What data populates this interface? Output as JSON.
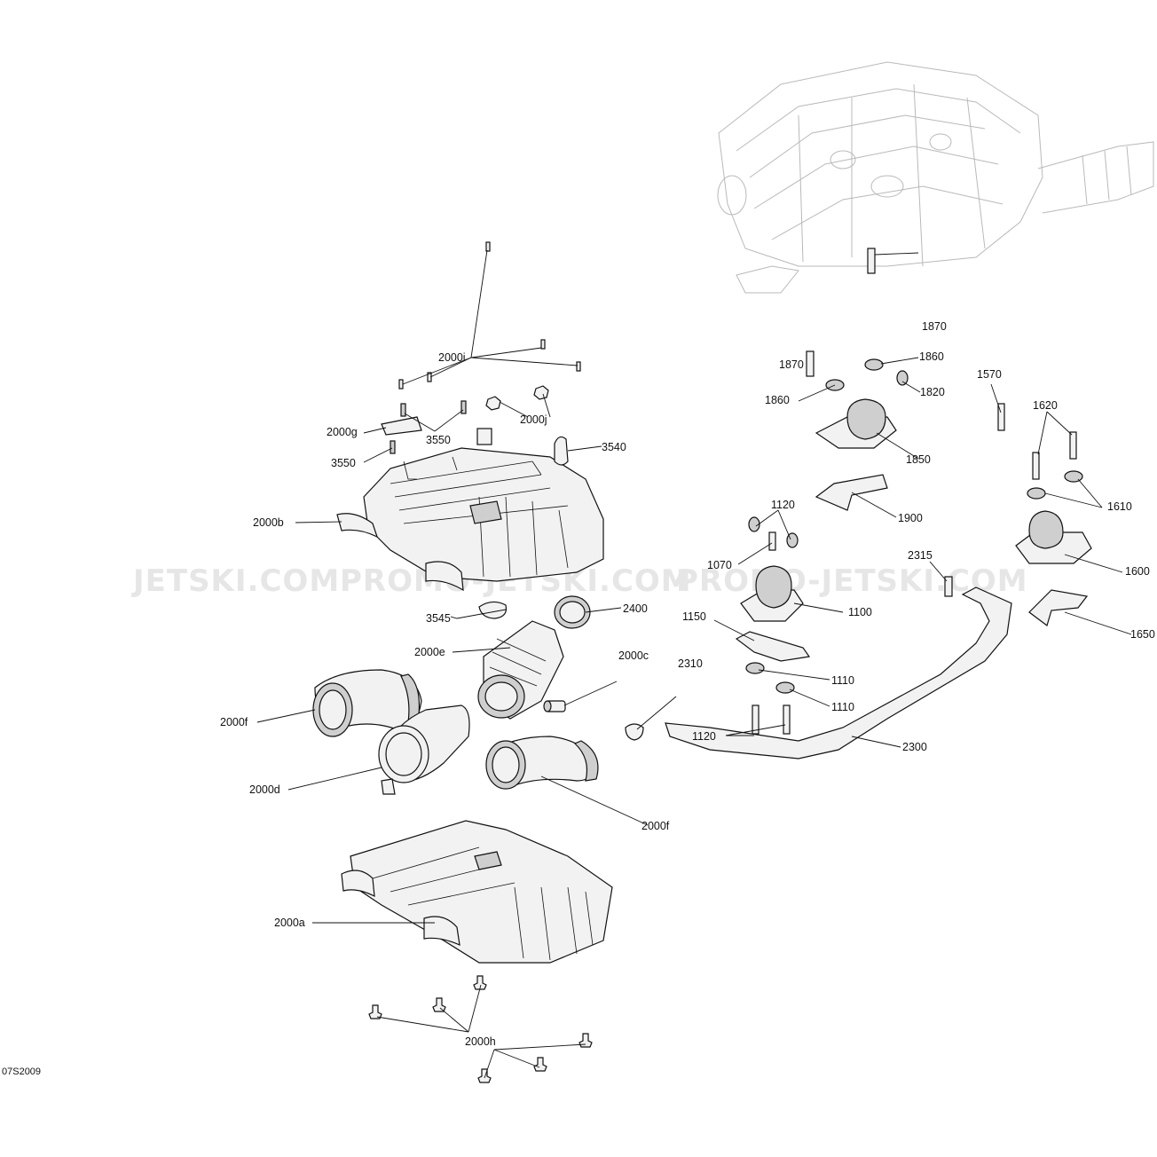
{
  "diagram": {
    "drawing_code": "07S2009",
    "watermark": [
      "JETSKI.COM",
      "PROMO-JETSKI.COM",
      "PROMO-JETSKI.COM"
    ],
    "callouts": [
      "2000i",
      "2000j",
      "3550",
      "2000g",
      "3550",
      "3540",
      "2000b",
      "3545",
      "2400",
      "2000e",
      "2000c",
      "2310",
      "2000f",
      "2000d",
      "2000f",
      "2000a",
      "2000h",
      "1870",
      "1870",
      "1860",
      "1860",
      "1820",
      "1850",
      "1900",
      "1570",
      "1620",
      "1610",
      "1600",
      "1650",
      "1120",
      "1070",
      "1100",
      "1150",
      "2315",
      "1110",
      "1110",
      "1120",
      "2300"
    ]
  }
}
